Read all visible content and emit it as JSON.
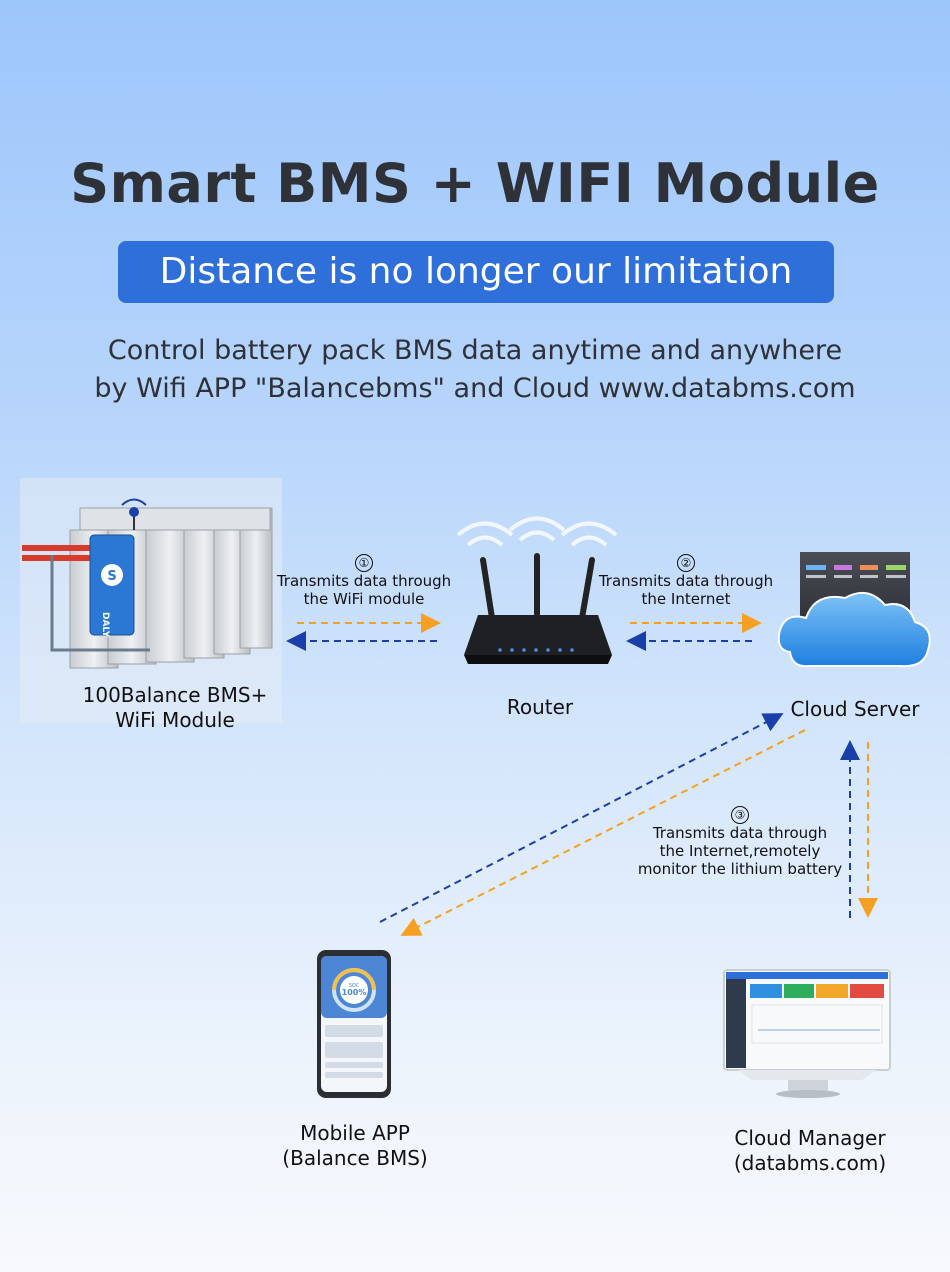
{
  "header": {
    "title": "Smart BMS + WIFI Module",
    "banner": "Distance is no longer our limitation",
    "description_line1": "Control battery pack BMS data anytime and anywhere",
    "description_line2": "by Wifi APP \"Balancebms\" and Cloud www.databms.com"
  },
  "nodes": {
    "bms": {
      "label_line1": "100Balance BMS+",
      "label_line2": "WiFi Module",
      "brand": "DALY"
    },
    "router": {
      "label": "Router"
    },
    "cloud_server": {
      "label": "Cloud Server"
    },
    "mobile_app": {
      "label_line1": "Mobile APP",
      "label_line2": "(Balance BMS)",
      "gauge_label": "SOC",
      "gauge_value": "100%"
    },
    "cloud_manager": {
      "label_line1": "Cloud Manager",
      "label_line2": "(databms.com)"
    }
  },
  "steps": [
    {
      "number": "①",
      "line1": "Transmits data through",
      "line2": "the WiFi module"
    },
    {
      "number": "②",
      "line1": "Transmits data through",
      "line2": "the Internet"
    },
    {
      "number": "③",
      "line1": "Transmits data through",
      "line2": "the Internet,remotely",
      "line3": "monitor the lithium battery"
    }
  ],
  "colors": {
    "title": "#2e3138",
    "banner": "#2f6fd9",
    "arrow_orange": "#f5a023",
    "arrow_blue": "#1a3fa8"
  }
}
